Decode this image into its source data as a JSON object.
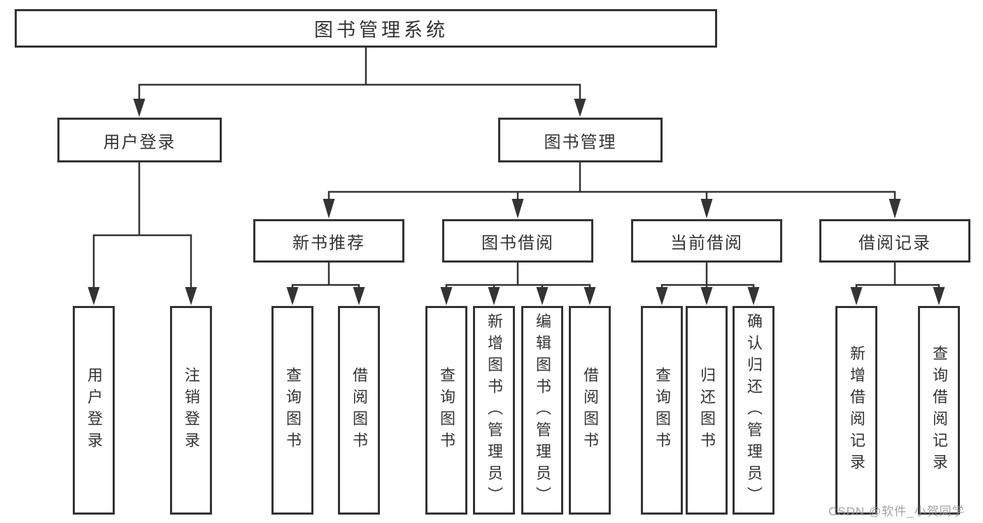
{
  "diagram": {
    "root": {
      "label": "图书管理系统"
    },
    "level2": [
      {
        "id": "user-login",
        "label": "用户登录",
        "parent": "图书管理系统"
      },
      {
        "id": "book-management",
        "label": "图书管理",
        "parent": "图书管理系统"
      }
    ],
    "level3": [
      {
        "id": "new-book-recommend",
        "label": "新书推荐",
        "parent": "图书管理"
      },
      {
        "id": "book-borrow",
        "label": "图书借阅",
        "parent": "图书管理"
      },
      {
        "id": "current-borrow",
        "label": "当前借阅",
        "parent": "图书管理"
      },
      {
        "id": "borrow-record",
        "label": "借阅记录",
        "parent": "图书管理"
      }
    ],
    "leaves": [
      {
        "label": "用户登录",
        "parent": "用户登录"
      },
      {
        "label": "注销登录",
        "parent": "用户登录"
      },
      {
        "label": "查询图书",
        "parent": "新书推荐"
      },
      {
        "label": "借阅图书",
        "parent": "新书推荐"
      },
      {
        "label": "查询图书",
        "parent": "图书借阅"
      },
      {
        "label": "新增图书（管理员）",
        "parent": "图书借阅"
      },
      {
        "label": "编辑图书（管理员）",
        "parent": "图书借阅"
      },
      {
        "label": "借阅图书",
        "parent": "图书借阅"
      },
      {
        "label": "查询图书",
        "parent": "当前借阅"
      },
      {
        "label": "归还图书",
        "parent": "当前借阅"
      },
      {
        "label": "确认归还（管理员）",
        "parent": "当前借阅"
      },
      {
        "label": "新增借阅记录",
        "parent": "借阅记录"
      },
      {
        "label": "查询借阅记录",
        "parent": "借阅记录"
      }
    ]
  },
  "watermark": {
    "text": "CSDN @软件_小贺同学"
  },
  "colors": {
    "line": "#333333",
    "border": "#333333",
    "text": "#333333",
    "watermark": "#969696",
    "background": "#ffffff"
  }
}
